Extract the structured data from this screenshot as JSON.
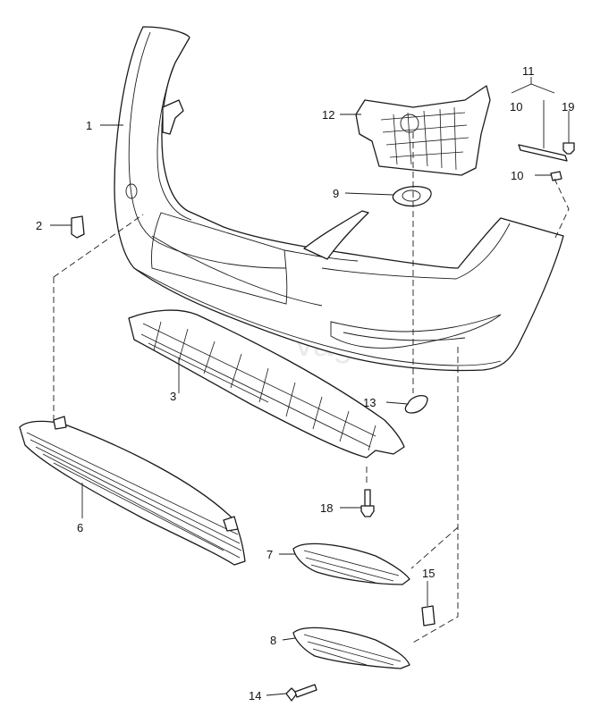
{
  "watermark": "vagtec.ru",
  "callouts": [
    {
      "id": "1",
      "text": "1"
    },
    {
      "id": "2",
      "text": "2"
    },
    {
      "id": "3",
      "text": "3"
    },
    {
      "id": "6",
      "text": "6"
    },
    {
      "id": "7",
      "text": "7"
    },
    {
      "id": "8",
      "text": "8"
    },
    {
      "id": "9",
      "text": "9"
    },
    {
      "id": "10a",
      "text": "10"
    },
    {
      "id": "10b",
      "text": "10"
    },
    {
      "id": "11",
      "text": "11"
    },
    {
      "id": "12",
      "text": "12"
    },
    {
      "id": "13",
      "text": "13"
    },
    {
      "id": "14",
      "text": "14"
    },
    {
      "id": "15",
      "text": "15"
    },
    {
      "id": "18",
      "text": "18"
    },
    {
      "id": "19",
      "text": "19"
    }
  ]
}
